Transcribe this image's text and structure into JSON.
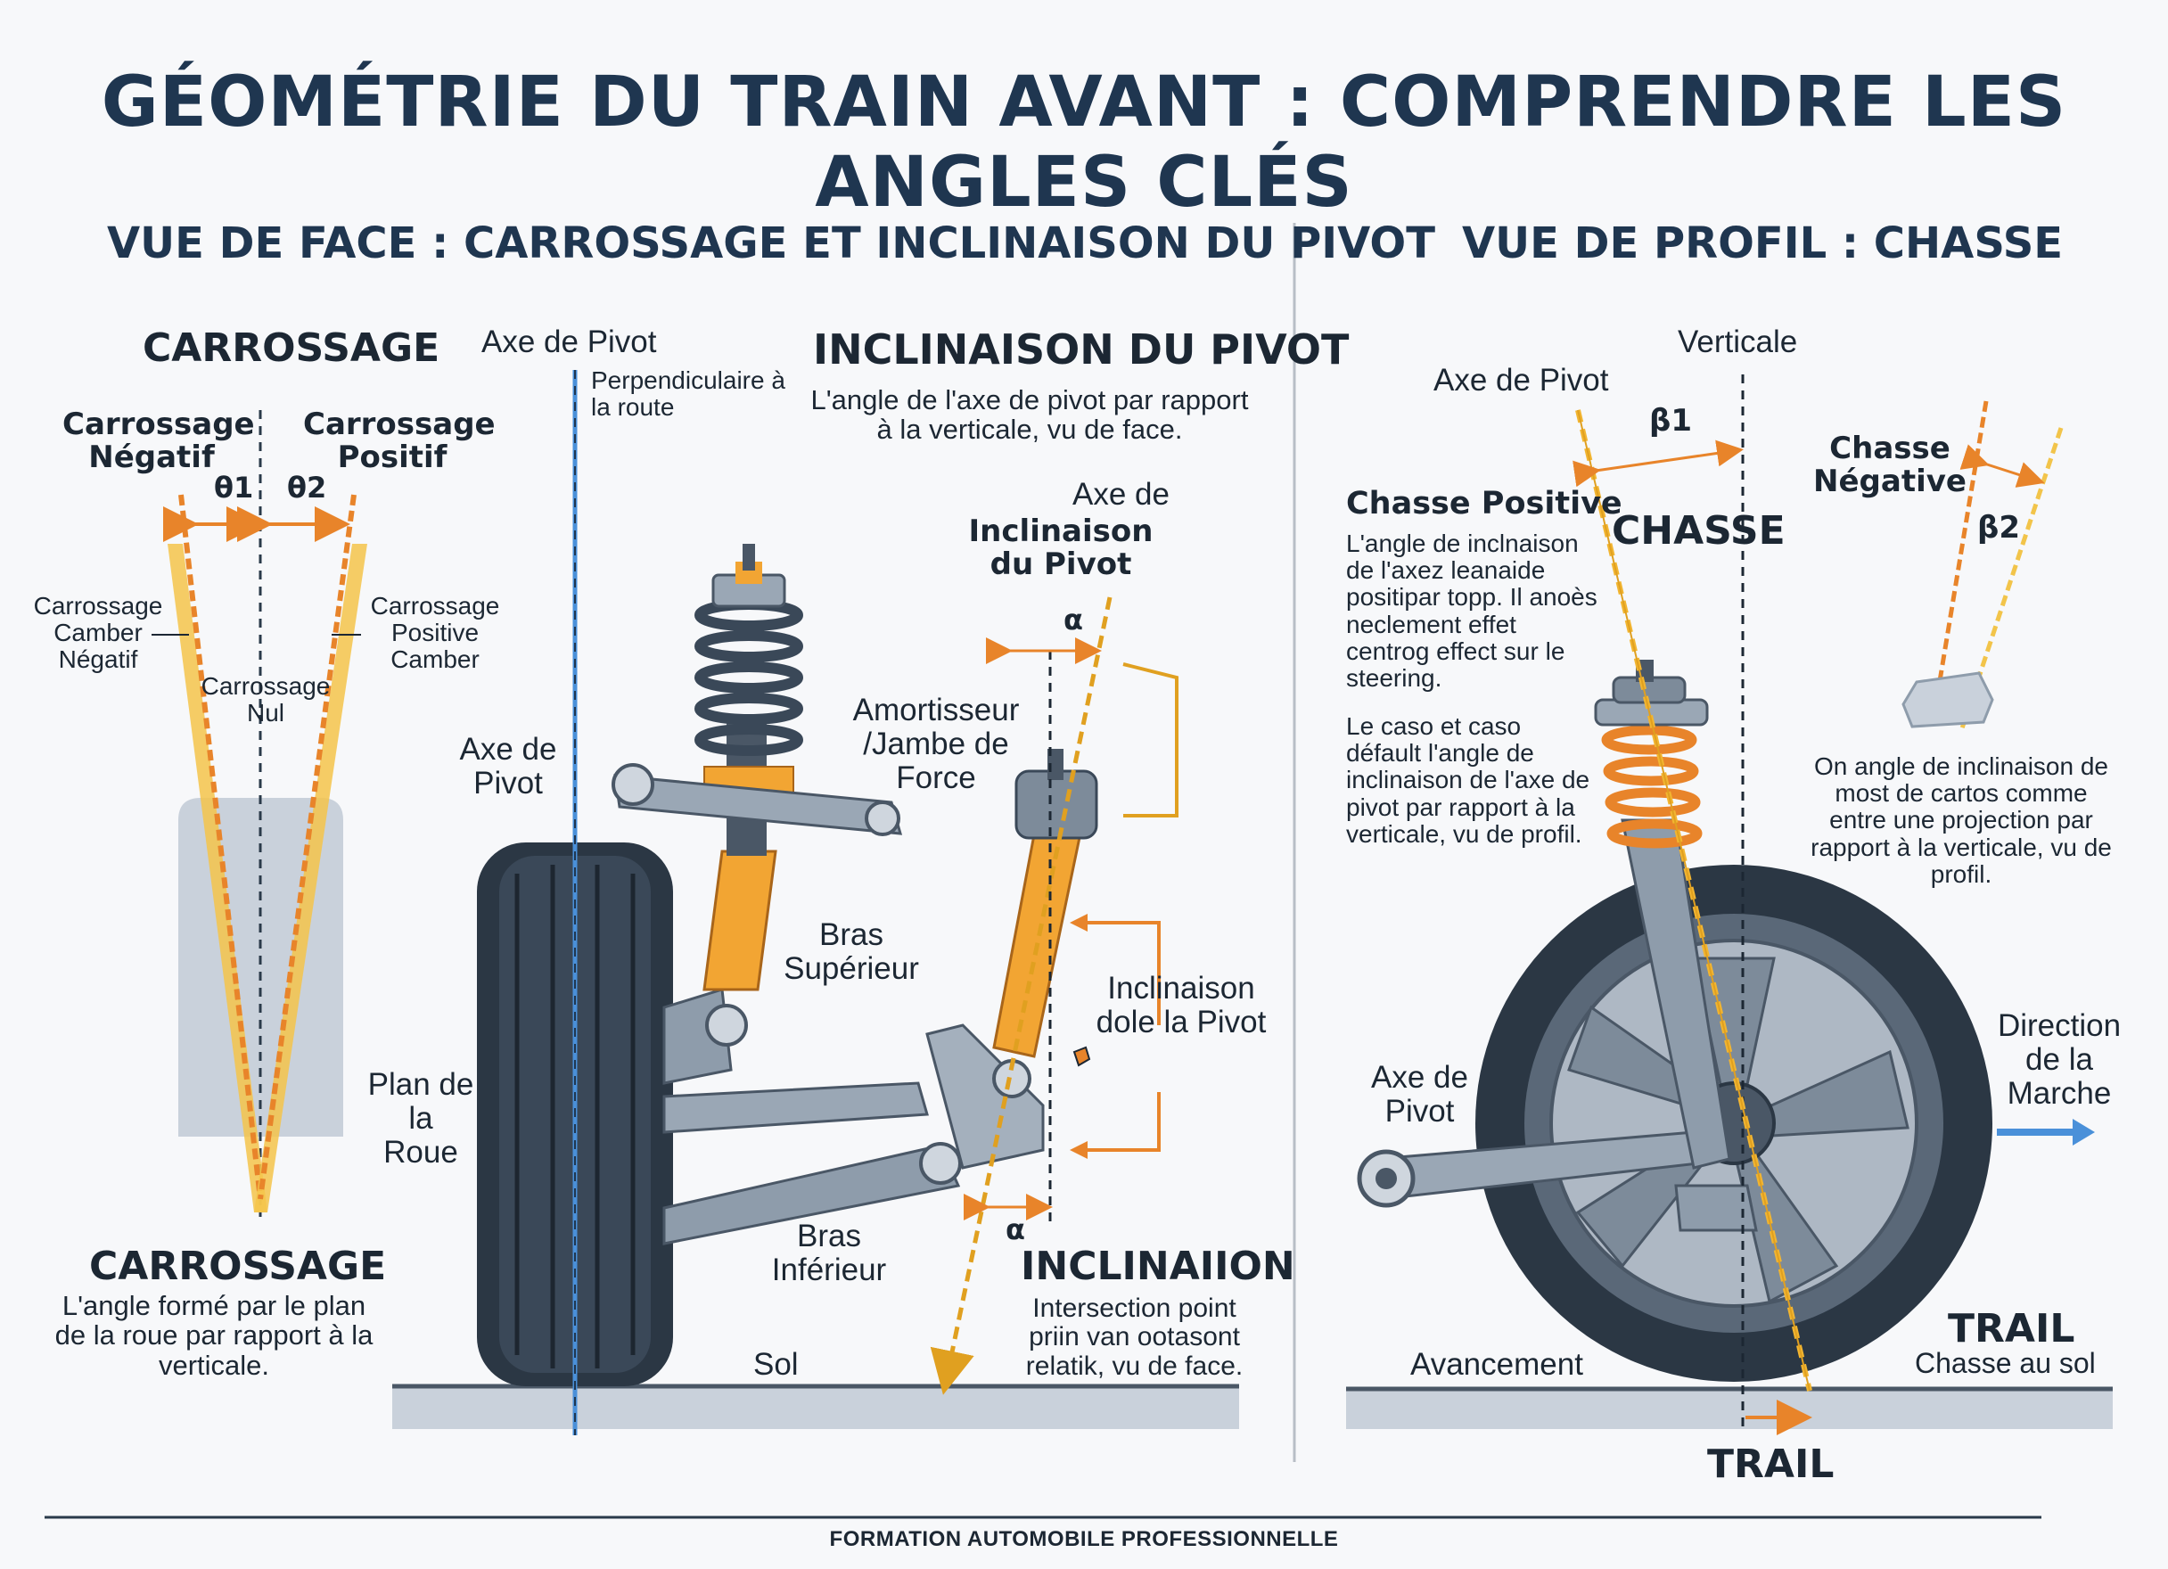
{
  "title": "GÉOMÉTRIE DU TRAIN AVANT : COMPRENDRE LES ANGLES CLÉS",
  "front": {
    "heading": "VUE DE FACE : CARROSSAGE ET INCLINAISON DU PIVOT",
    "camber": {
      "title": "CARROSSAGE",
      "negative": "Carrossage Négatif",
      "positive": "Carrossage Positif",
      "theta1": "θ1",
      "theta2": "θ2",
      "neg_camber": "Carrossage Camber Négatif",
      "pos_camber": "Carrossage Positive Camber",
      "nul": "Carrossage Nul",
      "bottom_title": "CARROSSAGE",
      "bottom_desc": "L'angle formé par le plan de la roue par rapport à la verticale."
    },
    "labels": {
      "axe_pivot_top": "Axe de Pivot",
      "perpendiculaire": "Perpendiculaire à la route",
      "axe_pivot_left": "Axe de Pivot",
      "plan_roue": "Plan de la Roue",
      "amortisseur": "Amortisseur /Jambe de Force",
      "bras_sup": "Bras Supérieur",
      "bras_inf": "Bras Inférieur",
      "sol": "Sol"
    },
    "kpi": {
      "title": "INCLINAISON DU PIVOT",
      "desc": "L'angle de l'axe de pivot par rapport à la verticale, vu de face.",
      "axe_label_1": "Axe de",
      "axe_label_2": "Inclinaison du Pivot",
      "alpha": "α",
      "inclinaison_dole": "Inclinaison dole la Pivot",
      "bottom_title": "INCLINAIION",
      "bottom_desc": "Intersection point priin van ootasont relatik, vu de face."
    }
  },
  "side": {
    "heading": "VUE DE PROFIL : CHASSE",
    "verticale": "Verticale",
    "axe_pivot": "Axe de Pivot",
    "beta1": "β1",
    "beta2": "β2",
    "chasse": "CHASSE",
    "chasse_positive_title": "Chasse Positive",
    "chasse_positive_desc": "L'angle de inclnaison de l'axez leanaide positipar topp. Il anoès neclement effet centrog effect sur le steering.",
    "chasse_positive_desc2": "Le caso et caso défault l'angle de inclinaison de l'axe de pivot par rapport à la verticale, vu de profil.",
    "chasse_negative": "Chasse Négative",
    "negative_desc": "On angle de inclinaison de most de cartos comme entre une projection par rapport à la verticale, vu de profil.",
    "axe_pivot_lower": "Axe de Pivot",
    "direction": "Direction de la Marche",
    "avancement": "Avancement",
    "trail_title": "TRAIL",
    "trail_sub": "Chasse au sol",
    "trail_bottom": "TRAIL"
  },
  "footer": "FORMATION AUTOMOBILE PROFESSIONNELLE",
  "colors": {
    "navy": "#1f3650",
    "orange": "#e8842a",
    "yellow": "#f2b531",
    "blue": "#4a90d9"
  }
}
